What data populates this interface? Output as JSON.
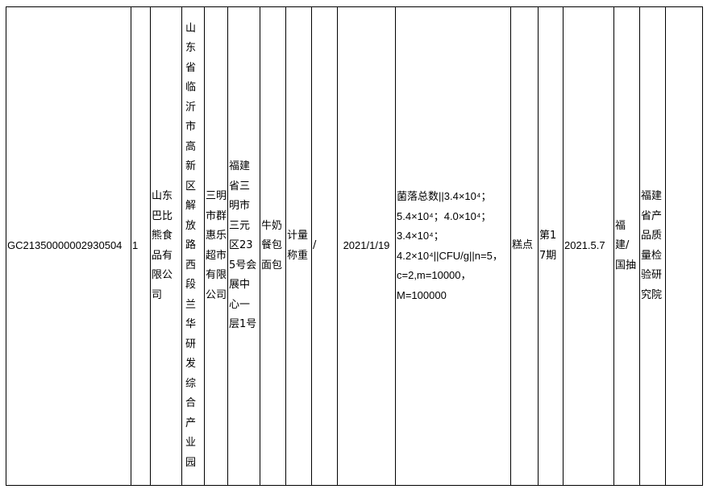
{
  "row": {
    "sample_id": "GC21350000002930504",
    "seq": "1",
    "producer": "山东巴比熊食品有限公司",
    "producer_address": "山东省临沂市高新区解放路西段兰华研发综合产业园",
    "seller": "三明市群惠乐超市有限公司",
    "seller_address": "福建省三明市三元区235号会展中心一层1号",
    "product": "牛奶餐包面包",
    "spec": "计量称重",
    "brand": "/",
    "production_date": "2021/1/19",
    "result_lines": [
      "菌落总数||3.4×10⁴；",
      "5.4×10⁴；4.0×10⁴；",
      "3.4×10⁴；",
      "4.2×10⁴||CFU/g||n=5，",
      "c=2,m=10000，",
      "M=100000"
    ],
    "category": "糕点",
    "issue": "第17期",
    "announce_date": "2021.5.7",
    "task_source": "福建/国抽",
    "inspection_org": "福建省产品质量检验研究院",
    "remarks": ""
  }
}
